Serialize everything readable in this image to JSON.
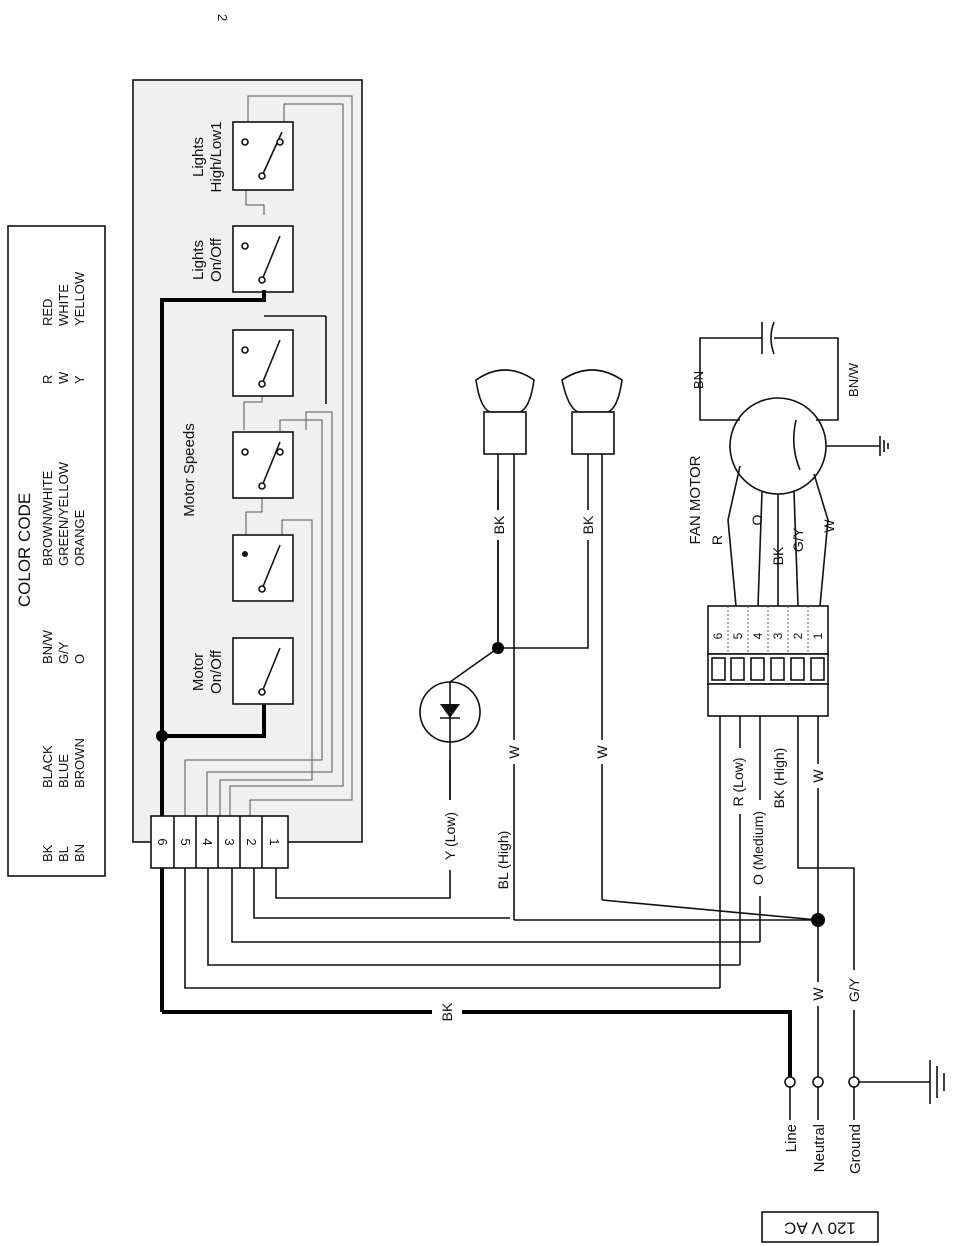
{
  "page_number": "2",
  "color_code": {
    "title": "COLOR CODE",
    "entries": [
      {
        "code": "BK",
        "name": "BLACK"
      },
      {
        "code": "BL",
        "name": "BLUE"
      },
      {
        "code": "BN",
        "name": "BROWN"
      },
      {
        "code": "BN/W",
        "name": "BROWN/WHITE"
      },
      {
        "code": "G/Y",
        "name": "GREEN/YELLOW"
      },
      {
        "code": "O",
        "name": "ORANGE"
      },
      {
        "code": "R",
        "name": "RED"
      },
      {
        "code": "W",
        "name": "WHITE"
      },
      {
        "code": "Y",
        "name": "YELLOW"
      }
    ]
  },
  "switches": {
    "lights_high_low": [
      "Lights",
      "High/Low1"
    ],
    "lights_on_off": [
      "Lights",
      "On/Off"
    ],
    "motor_speeds": "Motor Speeds",
    "motor_on_off": [
      "Motor",
      "On/Off"
    ]
  },
  "switch_terminals": [
    "6",
    "5",
    "4",
    "3",
    "2",
    "1"
  ],
  "motor_terminals": [
    "6",
    "5",
    "4",
    "3",
    "2",
    "1"
  ],
  "fan_motor": {
    "title": "FAN MOTOR",
    "leads": [
      "R",
      "O",
      "BK",
      "G/Y",
      "W"
    ],
    "capacitor_leads": [
      "BN",
      "BN/W"
    ]
  },
  "wire_labels": {
    "lamp1": "BK",
    "lamp2": "BK",
    "w_left": "W",
    "w_right": "W",
    "y_low": "Y (Low)",
    "bl_high": "BL (High)",
    "r_low": "R (Low)",
    "o_medium": "O (Medium)",
    "bk_high": "BK (High)",
    "w_motor": "W",
    "bk_line": "BK",
    "w_neutral": "W",
    "gy_ground": "G/Y"
  },
  "supply": {
    "line": "Line",
    "neutral": "Neutral",
    "ground": "Ground",
    "voltage": "120 V AC"
  }
}
